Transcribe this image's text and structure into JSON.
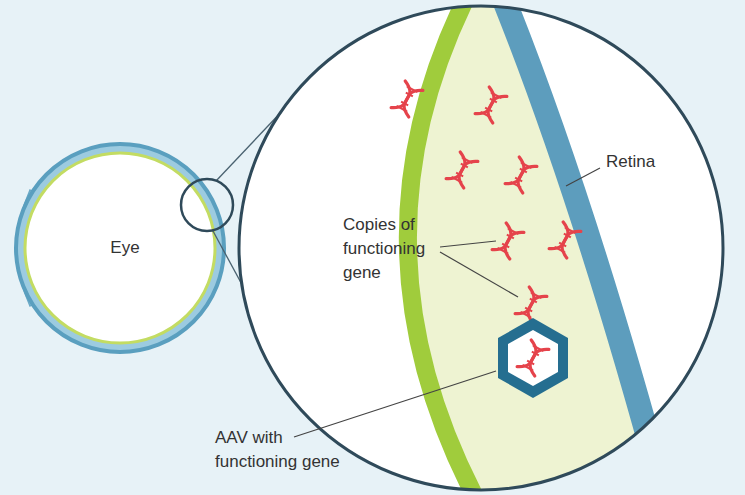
{
  "diagram": {
    "nodes": [
      {
        "text": [
          "Eye"
        ]
      }
    ],
    "labels": [
      "Retina",
      "Copies of functioning gene",
      "AAV with functioning gene"
    ]
  }
}
